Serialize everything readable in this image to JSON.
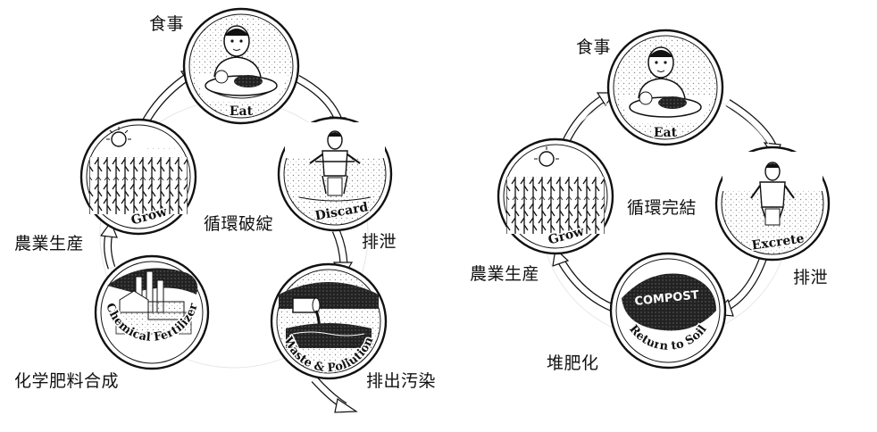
{
  "left_cycle": {
    "center_label": "循環破綻",
    "nodes": {
      "eat": {
        "caption": "Eat",
        "label": "食事"
      },
      "discard": {
        "caption": "Discard",
        "label": "排泄"
      },
      "waste": {
        "caption": "Waste & Pollution",
        "label": "排出汚染"
      },
      "chemical": {
        "caption": "Chemical Fertilizer",
        "label": "化学肥料合成"
      },
      "grow": {
        "caption": "Grow",
        "label": "農業生産"
      }
    }
  },
  "right_cycle": {
    "center_label": "循環完結",
    "nodes": {
      "eat": {
        "caption": "Eat",
        "label": "食事"
      },
      "excrete": {
        "caption": "Excrete",
        "label": "排泄"
      },
      "return": {
        "caption": "Return to Soil",
        "sign": "COMPOST",
        "label": "堆肥化"
      },
      "grow": {
        "caption": "Grow",
        "label": "農業生産"
      }
    }
  },
  "colors": {
    "ink": "#111111",
    "paper": "#ffffff",
    "stipple": "#9a9a9a"
  }
}
